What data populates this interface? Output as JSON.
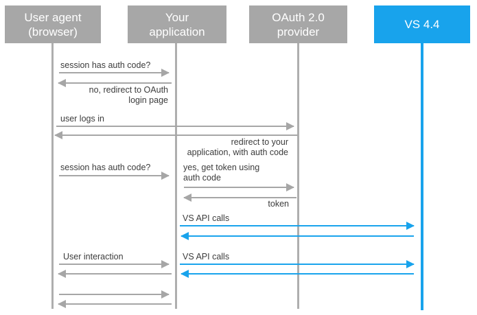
{
  "colors": {
    "actor_fill": "#a7a7a7",
    "actor_text": "#ffffff",
    "accent": "#18a3ec",
    "arrow": "#a6a6a6",
    "lifeline": "#aeaeae",
    "text": "#3b3b3b",
    "bg": "#ffffff"
  },
  "actors": [
    {
      "id": "user-agent",
      "label": "User agent\n(browser)"
    },
    {
      "id": "your-application",
      "label": "Your\napplication"
    },
    {
      "id": "oauth-provider",
      "label": "OAuth 2.0\nprovider"
    },
    {
      "id": "vs44",
      "label": "VS 4.4"
    }
  ],
  "messages": {
    "session_check_1": "session has auth code?",
    "redirect_oauth": "no, redirect to OAuth\nlogin page",
    "user_logs_in": "user logs in",
    "redirect_app": "redirect to your\napplication, with auth code",
    "session_check_2": "session has auth code?",
    "get_token": "yes, get token using\nauth code",
    "token": "token",
    "vs_api_calls_1": "VS API calls",
    "user_interaction": "User interaction",
    "vs_api_calls_2": "VS API calls"
  }
}
